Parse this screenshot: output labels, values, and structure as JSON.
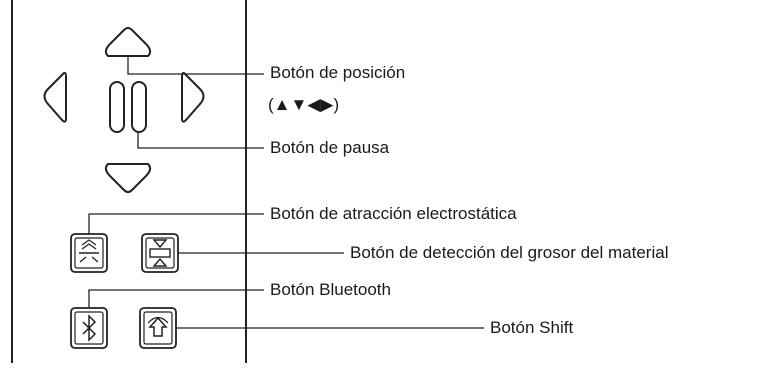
{
  "labels": {
    "position": "Botón de posición",
    "position_arrows": "(▲▼◀▶)",
    "pause": "Botón de pausa",
    "electrostatic": "Botón de atracción electrostática",
    "thickness": "Botón de detección del grosor del material",
    "bluetooth": "Botón Bluetooth",
    "shift": "Botón Shift"
  },
  "icons": {
    "bluetooth": "bluetooth-icon",
    "shift": "shift-arrow-icon",
    "electrostatic": "electrostatic-adhesion-icon",
    "thickness": "thickness-detection-icon"
  }
}
